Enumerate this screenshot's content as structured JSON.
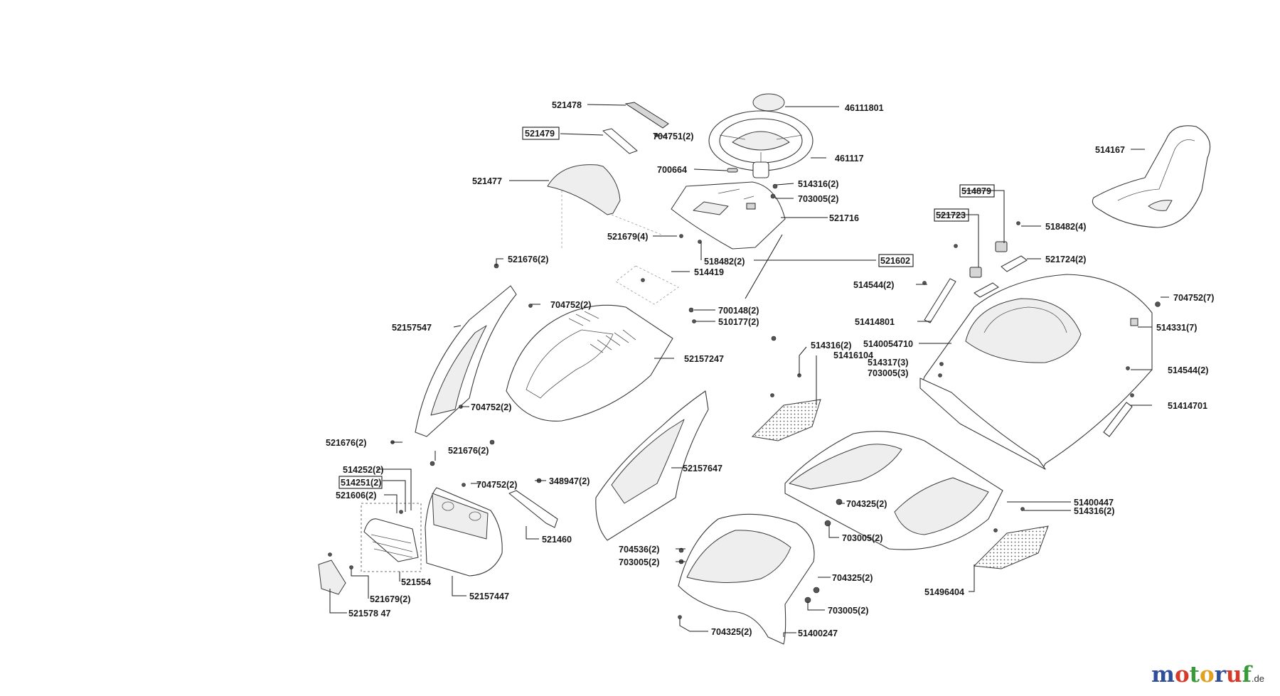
{
  "labels": [
    {
      "id": "l1",
      "text": "521478",
      "boxed": false
    },
    {
      "id": "l2",
      "text": "46111801",
      "boxed": false
    },
    {
      "id": "l3",
      "text": "521479",
      "boxed": true
    },
    {
      "id": "l4",
      "text": "704751(2)",
      "boxed": false
    },
    {
      "id": "l5",
      "text": "461117",
      "boxed": false
    },
    {
      "id": "l6",
      "text": "514167",
      "boxed": false
    },
    {
      "id": "l7",
      "text": "700664",
      "boxed": false
    },
    {
      "id": "l8",
      "text": "521477",
      "boxed": false
    },
    {
      "id": "l9",
      "text": "514316(2)",
      "boxed": false
    },
    {
      "id": "l10",
      "text": "703005(2)",
      "boxed": false
    },
    {
      "id": "l11",
      "text": "514879",
      "boxed": true
    },
    {
      "id": "l12",
      "text": "521716",
      "boxed": false
    },
    {
      "id": "l13",
      "text": "521723",
      "boxed": true
    },
    {
      "id": "l14",
      "text": "518482(4)",
      "boxed": false
    },
    {
      "id": "l15",
      "text": "521679(4)",
      "boxed": false
    },
    {
      "id": "l16",
      "text": "518482(2)",
      "boxed": false
    },
    {
      "id": "l17",
      "text": "521602",
      "boxed": true
    },
    {
      "id": "l18",
      "text": "521724(2)",
      "boxed": false
    },
    {
      "id": "l19",
      "text": "521676(2)",
      "boxed": false
    },
    {
      "id": "l20",
      "text": "514419",
      "boxed": false
    },
    {
      "id": "l21",
      "text": "514544(2)",
      "boxed": false
    },
    {
      "id": "l22",
      "text": "704752(2)",
      "boxed": false
    },
    {
      "id": "l23",
      "text": "704752(7)",
      "boxed": false
    },
    {
      "id": "l24",
      "text": "700148(2)",
      "boxed": false
    },
    {
      "id": "l25",
      "text": "510177(2)",
      "boxed": false
    },
    {
      "id": "l26",
      "text": "51414801",
      "boxed": false
    },
    {
      "id": "l27",
      "text": "52157547",
      "boxed": false
    },
    {
      "id": "l28",
      "text": "514331(7)",
      "boxed": false
    },
    {
      "id": "l29",
      "text": "5140054710",
      "boxed": false
    },
    {
      "id": "l30",
      "text": "514316(2)",
      "boxed": false
    },
    {
      "id": "l31",
      "text": "51416104",
      "boxed": false
    },
    {
      "id": "l32",
      "text": "52157247",
      "boxed": false
    },
    {
      "id": "l33",
      "text": "514317(3)",
      "boxed": false
    },
    {
      "id": "l34",
      "text": "703005(3)",
      "boxed": false
    },
    {
      "id": "l35",
      "text": "514544(2)",
      "boxed": false
    },
    {
      "id": "l36",
      "text": "704752(2)",
      "boxed": false
    },
    {
      "id": "l37",
      "text": "51414701",
      "boxed": false
    },
    {
      "id": "l38",
      "text": "521676(2)",
      "boxed": false
    },
    {
      "id": "l39",
      "text": "521676(2)",
      "boxed": false
    },
    {
      "id": "l40",
      "text": "52157647",
      "boxed": false
    },
    {
      "id": "l41",
      "text": "514252(2)",
      "boxed": false
    },
    {
      "id": "l42",
      "text": "514251(2)",
      "boxed": true
    },
    {
      "id": "l43",
      "text": "348947(2)",
      "boxed": false
    },
    {
      "id": "l44",
      "text": "704752(2)",
      "boxed": false
    },
    {
      "id": "l45",
      "text": "521606(2)",
      "boxed": false
    },
    {
      "id": "l46",
      "text": "51400447",
      "boxed": false
    },
    {
      "id": "l47",
      "text": "704325(2)",
      "boxed": false
    },
    {
      "id": "l48",
      "text": "514316(2)",
      "boxed": false
    },
    {
      "id": "l49",
      "text": "521460",
      "boxed": false
    },
    {
      "id": "l50",
      "text": "703005(2)",
      "boxed": false
    },
    {
      "id": "l51",
      "text": "704536(2)",
      "boxed": false
    },
    {
      "id": "l52",
      "text": "703005(2)",
      "boxed": false
    },
    {
      "id": "l53",
      "text": "704325(2)",
      "boxed": false
    },
    {
      "id": "l54",
      "text": "51496404",
      "boxed": false
    },
    {
      "id": "l55",
      "text": "521554",
      "boxed": false
    },
    {
      "id": "l56",
      "text": "521679(2)",
      "boxed": false
    },
    {
      "id": "l57",
      "text": "52157447",
      "boxed": false
    },
    {
      "id": "l58",
      "text": "703005(2)",
      "boxed": false
    },
    {
      "id": "l59",
      "text": "521578 47",
      "boxed": false
    },
    {
      "id": "l60",
      "text": "704325(2)",
      "boxed": false
    },
    {
      "id": "l61",
      "text": "51400247",
      "boxed": false
    }
  ],
  "watermark": {
    "letters": [
      "m",
      "o",
      "t",
      "o",
      "r",
      "u",
      "f"
    ],
    "letter_colors": [
      "#2f4f9b",
      "#d63a2a",
      "#3a9a3a",
      "#e0a020",
      "#2f4f9b",
      "#d63a2a",
      "#3a9a3a"
    ],
    "suffix": ".de"
  }
}
